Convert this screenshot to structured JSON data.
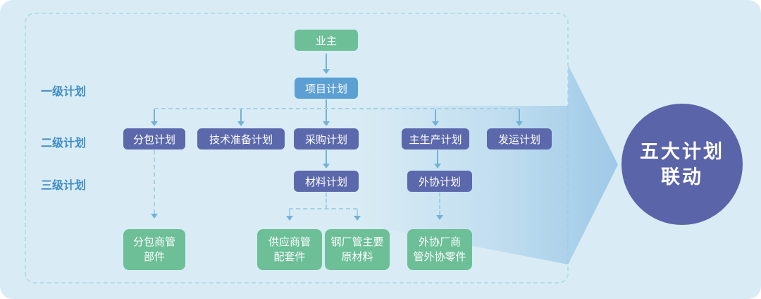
{
  "colors": {
    "background": "#d9ecf5",
    "green_node": "#6cbf97",
    "blue_node": "#5b9fd3",
    "indigo_node": "#5c68ac",
    "circle": "#5a64a9",
    "row_label_text": "#3f8cc6",
    "connector_solid": "#74b1d8",
    "connector_dashed": "#a5cfe6",
    "frame_dashed": "#b7dcec"
  },
  "row_labels": {
    "level1": "一级计划",
    "level2": "二级计划",
    "level3": "三级计划"
  },
  "nodes": {
    "owner": "业主",
    "project": "项目计划",
    "subcontract": "分包计划",
    "tech_prep": "技术准备计划",
    "procurement": "采购计划",
    "master_production": "主生产计划",
    "shipping": "发运计划",
    "material": "材料计划",
    "outsourcing": "外协计划",
    "subcontractor_parts": "分包商管\n部件",
    "supplier_parts": "供应商管\n配套件",
    "steel_mill": "钢厂管主要\n原材料",
    "outsourcing_vendor": "外协厂商\n管外协零件"
  },
  "highlight": {
    "text": "五大计划\n联动"
  }
}
